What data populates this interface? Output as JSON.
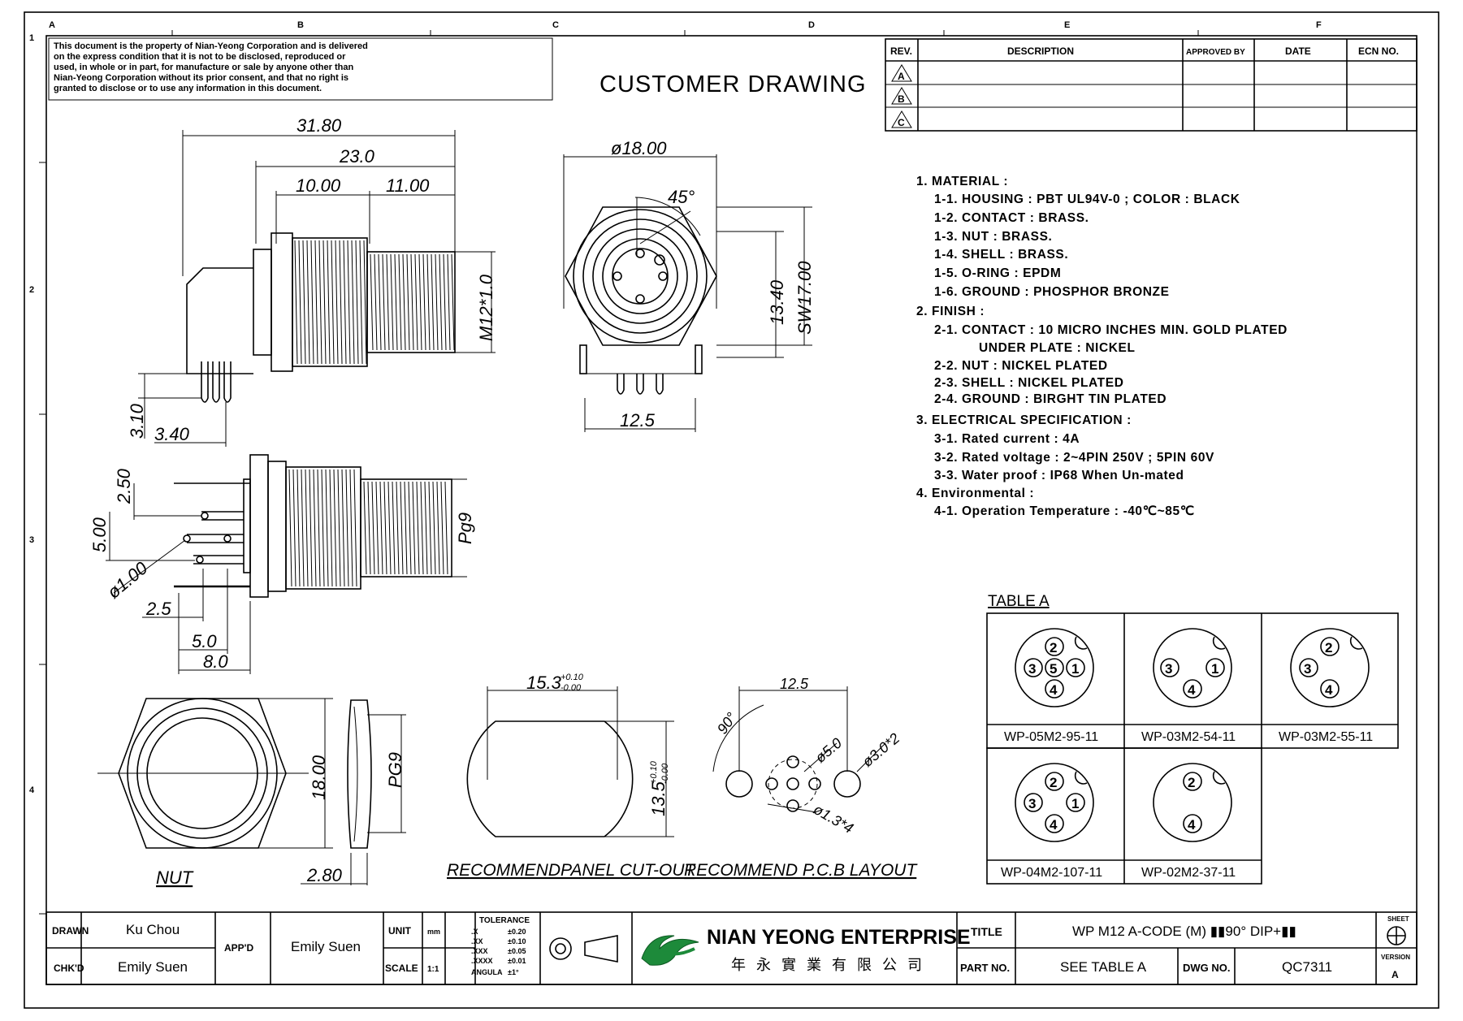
{
  "notice": [
    "This document is the property of Nian-Yeong Corporation and is delivered",
    "on the express condition that it is not to be disclosed, reproduced or",
    "used, in whole or in part, for manufacture or sale by anyone other than",
    "Nian-Yeong Corporation without its prior consent, and that no right is",
    "granted to disclose or to use any information in this document."
  ],
  "heading": "CUSTOMER DRAWING",
  "columns": [
    "A",
    "B",
    "C",
    "D",
    "E",
    "F"
  ],
  "rows": [
    "1",
    "2",
    "3",
    "4"
  ],
  "revision_table": {
    "headers": [
      "REV.",
      "DESCRIPTION",
      "APPROVED BY",
      "DATE",
      "ECN NO."
    ],
    "revs": [
      "A",
      "B",
      "C"
    ]
  },
  "specs": [
    "1. MATERIAL :",
    "1-1. HOUSING : PBT UL94V-0 ; COLOR : BLACK",
    "1-2. CONTACT : BRASS.",
    "1-3. NUT : BRASS.",
    "1-4. SHELL : BRASS.",
    "1-5. O-RING : EPDM",
    "1-6. GROUND : PHOSPHOR BRONZE",
    "2. FINISH :",
    "2-1. CONTACT : 10 MICRO INCHES MIN. GOLD PLATED",
    "UNDER PLATE : NICKEL",
    "2-2. NUT : NICKEL PLATED",
    "2-3. SHELL : NICKEL PLATED",
    "2-4. GROUND : BIRGHT TIN PLATED",
    "3. ELECTRICAL SPECIFICATION :",
    "3-1. Rated current : 4A",
    "3-2. Rated voltage : 2~4PIN 250V ; 5PIN 60V",
    "3-3. Water proof : IP68 When Un-mated",
    "4. Environmental :",
    "4-1. Operation Temperature : -40℃~85℃"
  ],
  "dims": {
    "d3180": "31.80",
    "d230": "23.0",
    "d1000": "10.00",
    "d1100": "11.00",
    "m12": "M12*1.0",
    "d310": "3.10",
    "d340": "3.40",
    "phi18": "ø18.00",
    "a45": "45°",
    "d1340": "13.40",
    "sw17": "SW17.00",
    "d125": "12.5",
    "d250": "2.50",
    "d500": "5.00",
    "phi1": "ø1.00",
    "d25": "2.5",
    "d50": "5.0",
    "d80": "8.0",
    "pg9": "Pg9",
    "d1800": "18.00",
    "pg9b": "PG9",
    "d280": "2.80",
    "c153": "15.3",
    "c153tol_up": "+0.10",
    "c153tol_dn": "-0.00",
    "c135": "13.5",
    "c135tol_up": "+0.10",
    "c135tol_dn": "-0.00",
    "p125": "12.5",
    "p90": "90°",
    "p50": "ø5.0",
    "p30": "ø3.0*2",
    "p13": "ø1.3*4"
  },
  "labels": {
    "nut": "NUT",
    "cutout": "RECOMMENDPANEL CUT-OUT",
    "pcb": "RECOMMEND P.C.B LAYOUT",
    "table_a": "TABLE A"
  },
  "table_a": [
    {
      "part": "WP-05M2-95-11"
    },
    {
      "part": "WP-03M2-54-11"
    },
    {
      "part": "WP-03M2-55-11"
    },
    {
      "part": "WP-04M2-107-11"
    },
    {
      "part": "WP-02M2-37-11"
    }
  ],
  "title_block": {
    "drawn_label": "DRAWN",
    "drawn": "Ku Chou",
    "chkd_label": "CHK'D",
    "chkd": "Emily Suen",
    "appd_label": "APP'D",
    "appd": "Emily Suen",
    "unit_label": "UNIT",
    "unit": "mm",
    "scale_label": "SCALE",
    "scale": "1:1",
    "tolerance_label": "TOLERANCE",
    "tolerances": [
      {
        "k": ".X",
        "v": "±0.20"
      },
      {
        "k": ".XX",
        "v": "±0.10"
      },
      {
        "k": ".XXX",
        "v": "±0.05"
      },
      {
        "k": ".XXXX",
        "v": "±0.01"
      },
      {
        "k": "ANGULA",
        "v": "±1°"
      }
    ],
    "company": "NIAN YEONG ENTERPRISE",
    "company_cn": "年 永 實 業 有 限 公 司",
    "title_label": "TITLE",
    "title": "WP M12 A-CODE (M) ▮▮90° DIP+▮▮",
    "part_label": "PART NO.",
    "part": "SEE TABLE A",
    "dwg_label": "DWG NO.",
    "dwg": "QC7311",
    "sheet_label": "SHEET",
    "version_label": "VERSION",
    "version": "A"
  }
}
